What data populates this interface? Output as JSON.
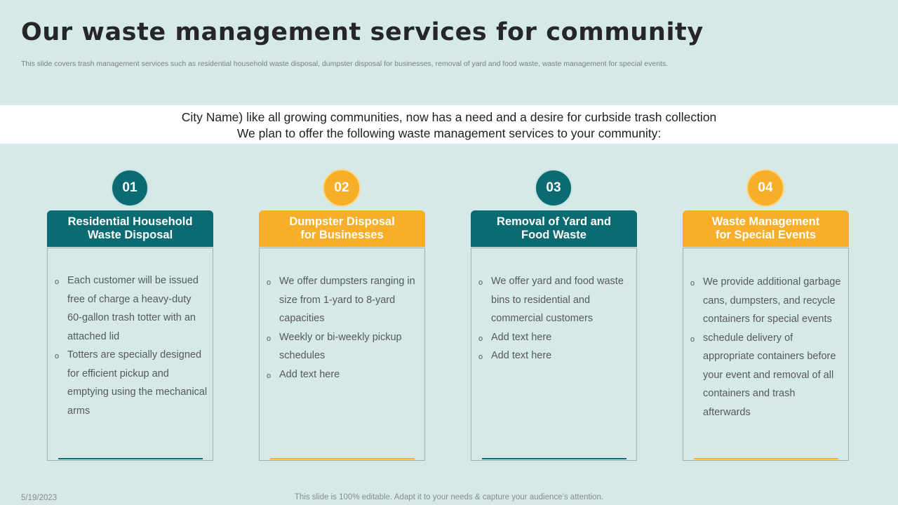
{
  "title": "Our waste management services for community",
  "subtitle": "This slide covers trash management services such as residential household waste disposal, dumpster disposal for businesses, removal of yard  and food waste, waste management for special events.",
  "banner": {
    "line1": "City Name) like all growing communities, now has a need and a desire for curbside trash collection",
    "line2": "We plan to offer the following waste management services to your community:"
  },
  "colors": {
    "teal": "#0b6b73",
    "orange": "#f7ae29",
    "background": "#d4e9e8"
  },
  "bullet_icon": "hollow-circle",
  "cards": [
    {
      "number": "01",
      "title_line1": "Residential Household",
      "title_line2": "Waste Disposal",
      "bullets": [
        "Each customer will be issued free of charge a heavy-duty 60-gallon trash totter with an attached lid",
        "Totters are specially designed for efficient pickup and emptying using the mechanical arms"
      ]
    },
    {
      "number": "02",
      "title_line1": "Dumpster Disposal",
      "title_line2": "for Businesses",
      "bullets": [
        "We offer dumpsters ranging in size from 1-yard to 8-yard capacities",
        "Weekly or bi-weekly pickup schedules",
        "Add text here"
      ]
    },
    {
      "number": "03",
      "title_line1": "Removal of Yard and",
      "title_line2": "Food Waste",
      "bullets": [
        "We offer yard and food waste bins to residential and commercial customers",
        "Add text here",
        "Add text here"
      ]
    },
    {
      "number": "04",
      "title_line1": "Waste Management",
      "title_line2": "for Special Events",
      "bullets": [
        "We provide additional garbage cans, dumpsters, and recycle containers for special events",
        "schedule delivery of appropriate containers before your event and removal of all containers and trash afterwards"
      ]
    }
  ],
  "footer": {
    "date": "5/19/2023",
    "note": "This slide is 100% editable. Adapt it to your needs & capture your audience’s attention."
  }
}
